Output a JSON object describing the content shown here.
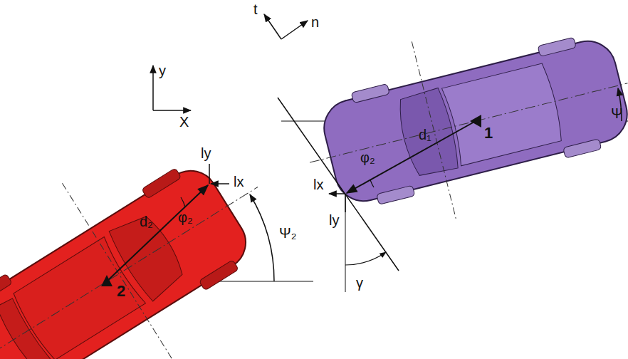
{
  "diagram": {
    "labels": [
      "t",
      "n",
      "y",
      "X",
      "Ψ",
      "1",
      "d₁",
      "φ₂",
      "lx",
      "ly",
      "γ",
      "ly",
      "lx",
      "φ₂",
      "d₂",
      "2",
      "Ψ₂"
    ]
  }
}
